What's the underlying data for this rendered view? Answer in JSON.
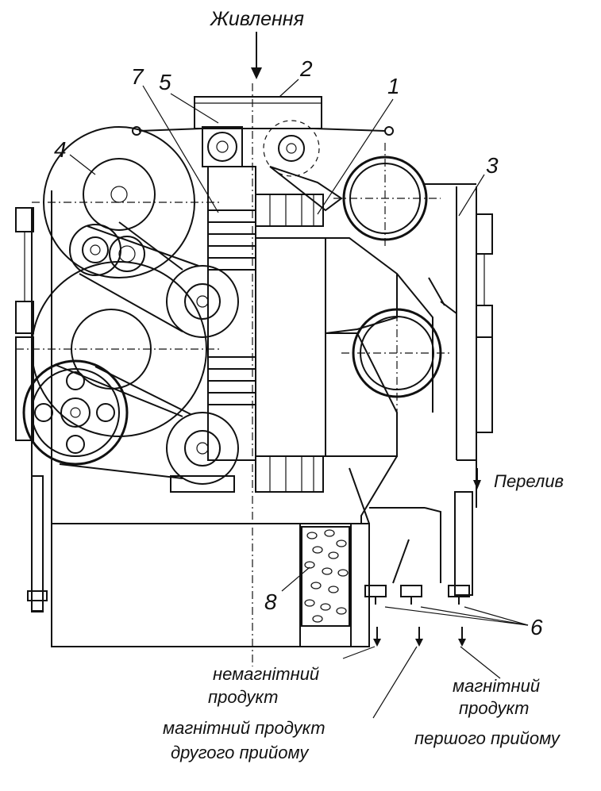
{
  "labels": {
    "feed": "Живлення",
    "overflow": "Перелив",
    "nonmagnetic_line1": "немагнітний",
    "nonmagnetic_line2": "продукт",
    "magnetic_second_line1": "магнітний продукт",
    "magnetic_second_line2": "другого прийому",
    "magnetic_first_line1": "магнітний",
    "magnetic_first_line2": "продукт",
    "magnetic_first_line3": "першого прийому"
  },
  "callouts": {
    "n1": "1",
    "n2": "2",
    "n3": "3",
    "n4": "4",
    "n5": "5",
    "n6": "6",
    "n7": "7",
    "n8": "8"
  },
  "colors": {
    "ink": "#111111",
    "paper": "#ffffff"
  }
}
